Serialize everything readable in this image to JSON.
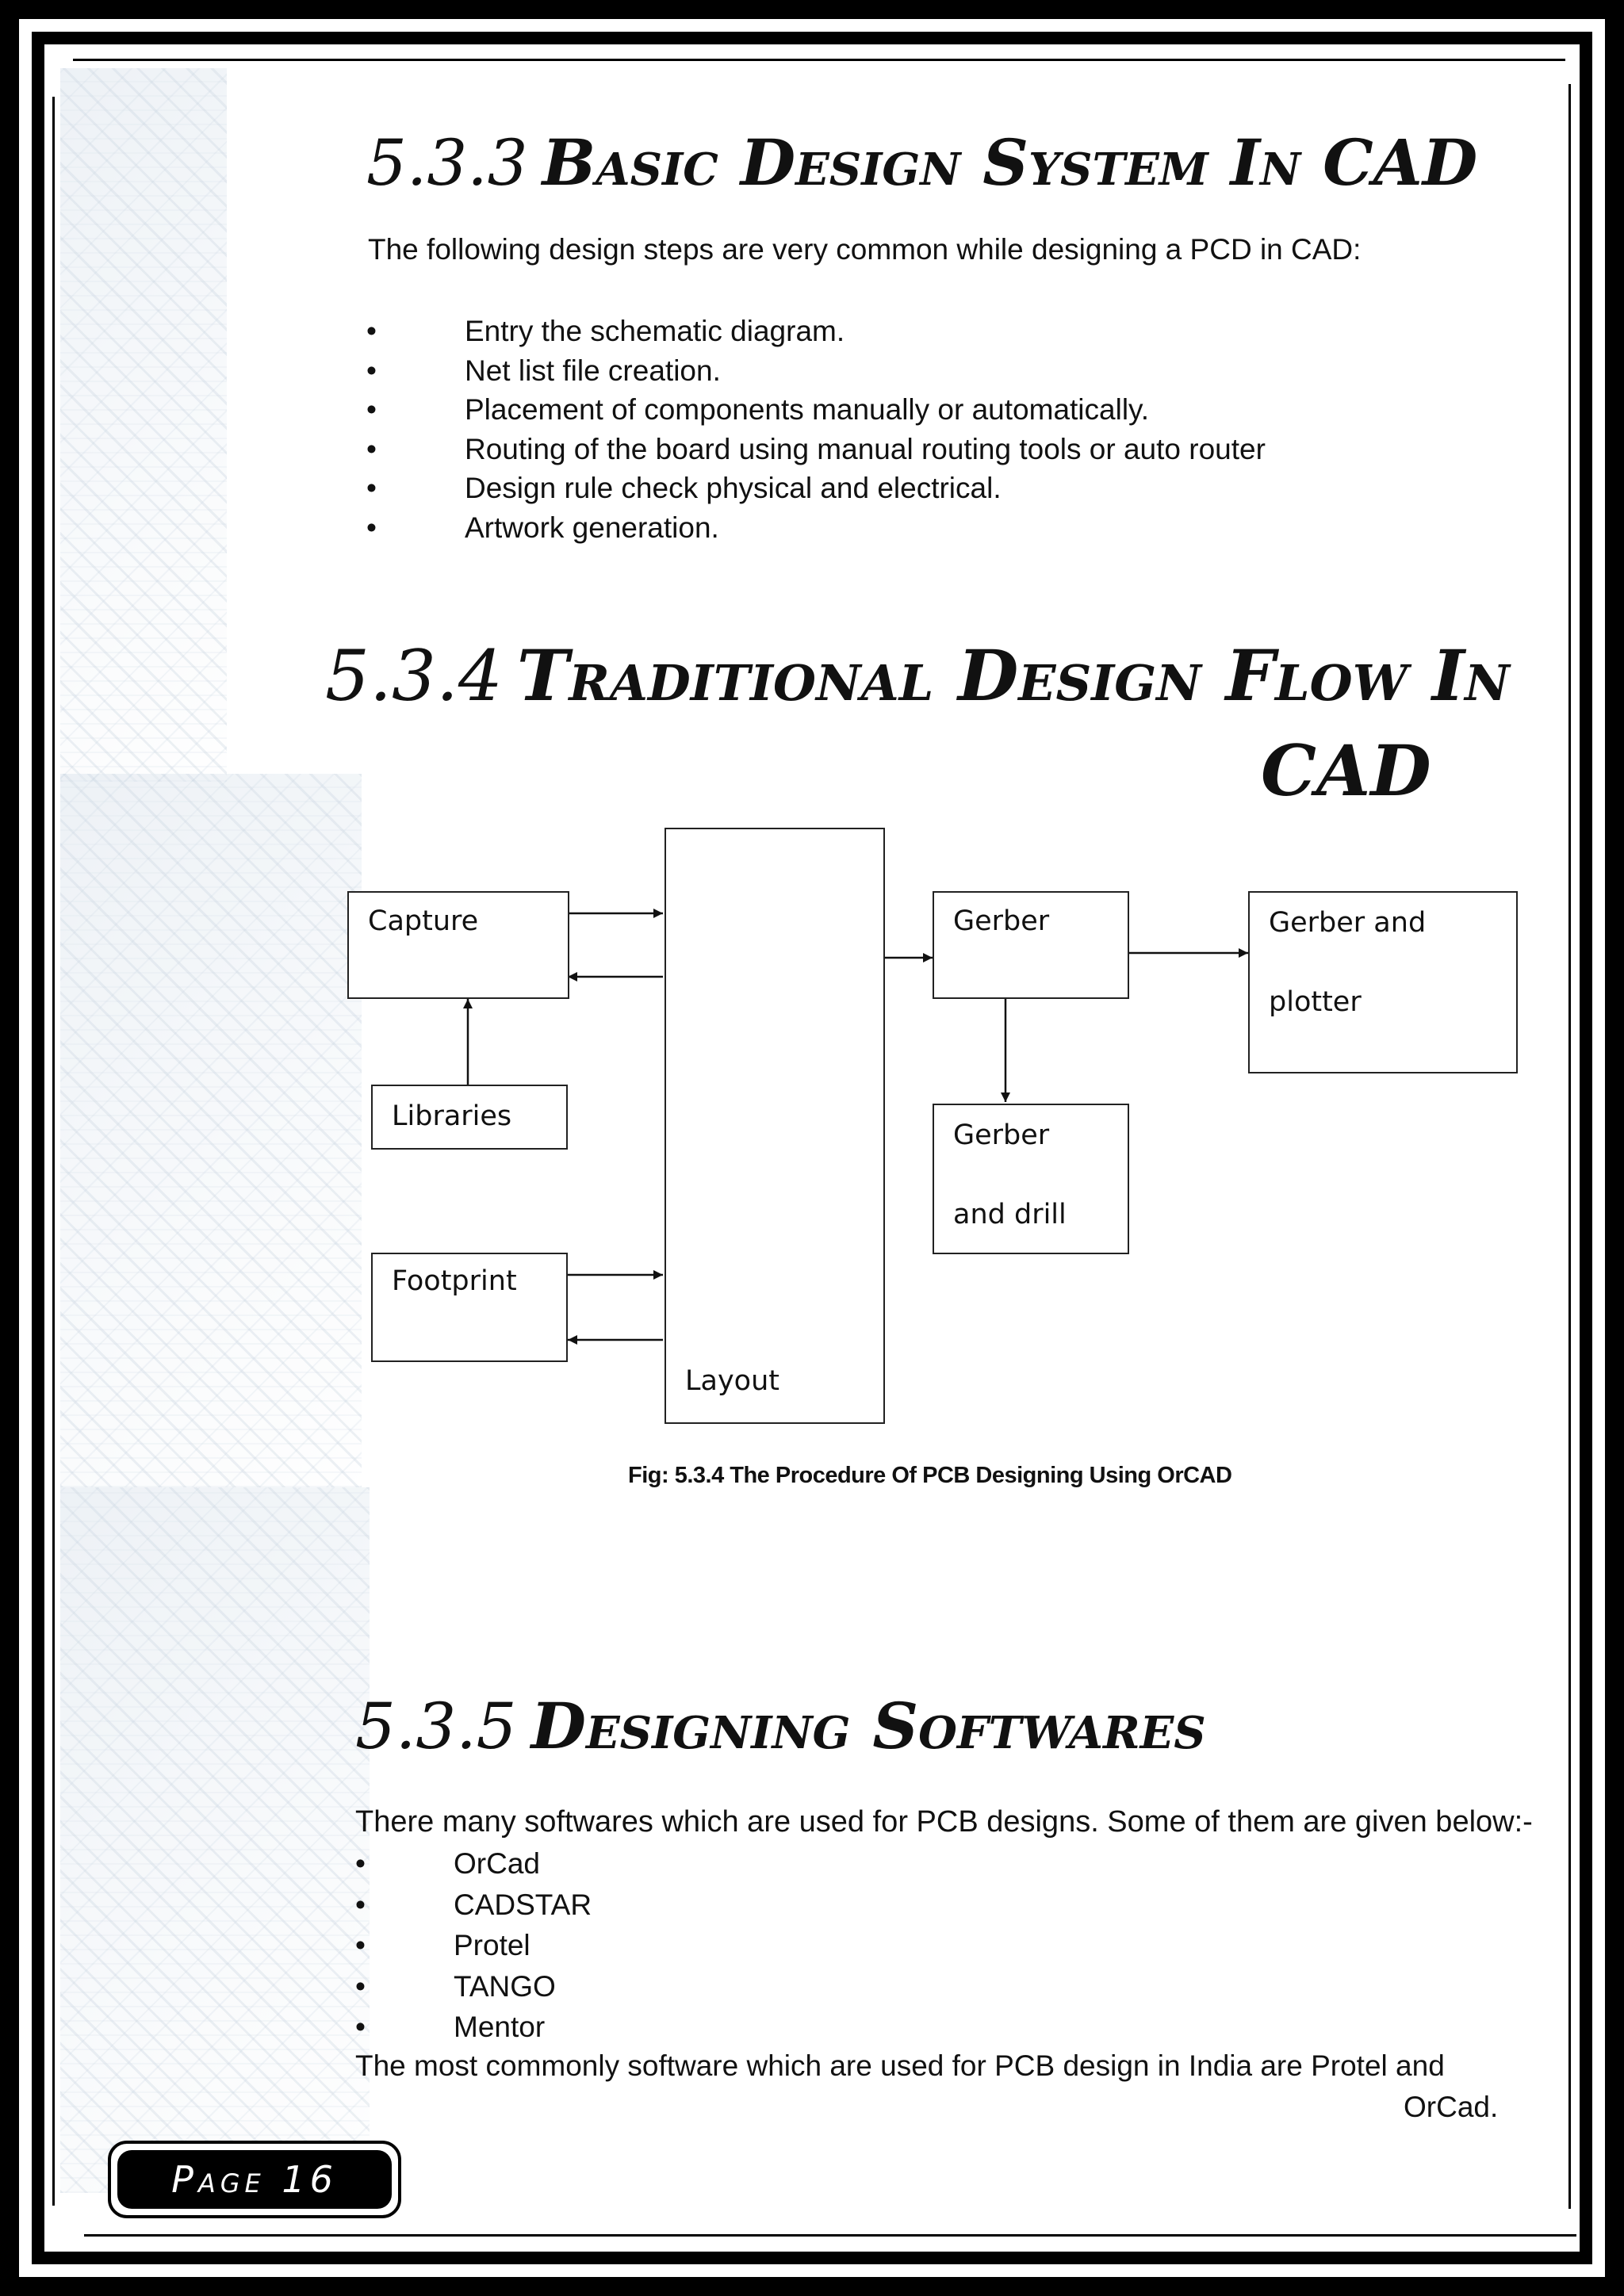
{
  "section_533": {
    "number": "5.3.3",
    "title": "Basic Design System In CAD",
    "intro": "The following design steps are very common while designing a PCD in CAD:",
    "steps": [
      "Entry the schematic diagram.",
      "Net list file creation.",
      "Placement of components manually or automatically.",
      "Routing of the board using manual routing tools or auto router",
      "Design rule check physical and electrical.",
      "Artwork generation."
    ]
  },
  "section_534": {
    "number": "5.3.4",
    "title_line1": "Traditional Design Flow In",
    "title_line2": "CAD"
  },
  "diagram": {
    "capture": "Capture",
    "libraries": "Libraries",
    "footprint": "Footprint",
    "layout": "Layout",
    "gerber": "Gerber",
    "gerber_drill": "Gerber\nand drill",
    "gerber_plotter": "Gerber and\nplotter",
    "caption": "Fig: 5.3.4  The Procedure Of PCB Designing Using OrCAD"
  },
  "section_535": {
    "number": "5.3.5",
    "title": "Designing Softwares",
    "intro": "There many softwares which are used for PCB designs. Some of them are given below:-",
    "softwares": [
      "OrCad",
      "CADSTAR",
      "Protel",
      "TANGO",
      "Mentor"
    ],
    "closing_line1": "The most commonly software which are used for PCB design in India are Protel and",
    "closing_line2": "OrCad."
  },
  "bullet_symbol": "•",
  "page_label": "Page 16"
}
